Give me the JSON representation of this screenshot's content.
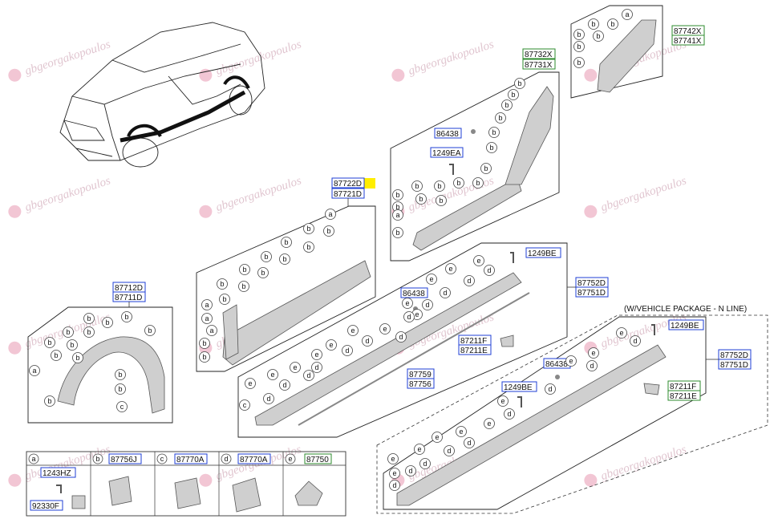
{
  "colors": {
    "blue_box": "#1f3fd4",
    "green_box": "#2e8b2e",
    "highlight": "#ffee00",
    "watermark": "#d9a3b8"
  },
  "watermark": "gbgeorgakopoulos",
  "labels": {
    "p87722D": "87722D",
    "p87721D": "87721D",
    "p87732X": "87732X",
    "p87731X": "87731X",
    "p87742X": "87742X",
    "p87741X": "87741X",
    "p87712D": "87712D",
    "p87711D": "87711D",
    "p87752D_a": "87752D",
    "p87751D_a": "87751D",
    "p87752D_b": "87752D",
    "p87751D_b": "87751D",
    "p86438_a": "86438",
    "p86438_b": "86438",
    "p86438_c": "86438",
    "p1249EA": "1249EA",
    "p1249BE_a": "1249BE",
    "p1249BE_b": "1249BE",
    "p1249BE_c": "1249BE",
    "p87211F_a": "87211F",
    "p87211E_a": "87211E",
    "p87211F_b": "87211F",
    "p87211E_b": "87211E",
    "p87759": "87759",
    "p87756": "87756",
    "nline": "(W/VEHICLE PACKAGE - N LINE)"
  },
  "legend": {
    "cells": [
      {
        "letter": "a",
        "parts": [
          "1243HZ",
          "92330F"
        ]
      },
      {
        "letter": "b",
        "parts": [
          "87756J"
        ]
      },
      {
        "letter": "c",
        "parts": [
          "87770A"
        ]
      },
      {
        "letter": "d",
        "parts": [
          "87770A"
        ]
      },
      {
        "letter": "e",
        "parts": [
          "87750"
        ]
      }
    ]
  }
}
